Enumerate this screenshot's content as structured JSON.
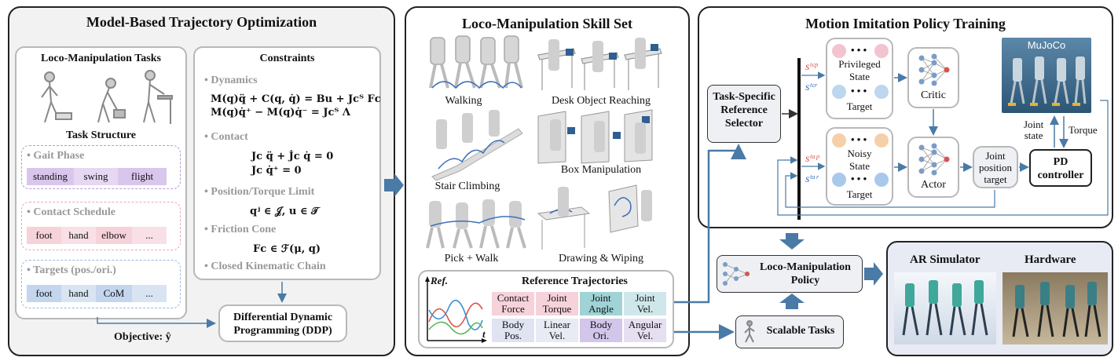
{
  "panels": {
    "left_title": "Model-Based Trajectory Optimization",
    "mid_title": "Loco-Manipulation Skill Set",
    "right_title": "Motion Imitation Policy Training"
  },
  "tasks": {
    "title": "Loco-Manipulation Tasks",
    "structure_title": "Task Structure",
    "gait_phase": {
      "label": "• Gait Phase",
      "items": [
        "standing",
        "swing",
        "flight"
      ]
    },
    "contact_schedule": {
      "label": "• Contact Schedule",
      "items": [
        "foot",
        "hand",
        "elbow",
        "..."
      ]
    },
    "targets": {
      "label": "• Targets (pos./ori.)",
      "items": [
        "foot",
        "hand",
        "CoM",
        "..."
      ]
    }
  },
  "constraints": {
    "title": "Constraints",
    "dynamics": "• Dynamics",
    "dyn_eq1": "M(q)q̈ + C(q, q̇) = Bu + Jcᵀ Fc",
    "dyn_eq2": "M(q)q̇⁺ − M(q)q̇⁻ = Jcᵀ Λ",
    "contact": "• Contact",
    "contact_eq1": "Jc q̈ + J̇c q̇ = 0",
    "contact_eq2": "Jc q̇⁺ = 0",
    "limit": "• Position/Torque Limit",
    "limit_eq": "qʲ ∈ 𝒥, u ∈ 𝒯",
    "friction": "• Friction Cone",
    "friction_eq": "Fc ∈ ℱ(μ, q)",
    "closed_chain": "• Closed Kinematic Chain"
  },
  "ddp": {
    "line1": "Differential Dynamic",
    "line2": "Programming (DDP)"
  },
  "objective": "Objective: ŷ",
  "skills": {
    "walking": "Walking",
    "desk": "Desk Object Reaching",
    "stair": "Stair Climbing",
    "box": "Box Manipulation",
    "pick": "Pick + Walk",
    "drawing": "Drawing & Wiping"
  },
  "reference": {
    "title": "Reference Trajectories",
    "ref_label": "Ref.",
    "t_label": "t",
    "chips": [
      {
        "l1": "Contact",
        "l2": "Force",
        "color": "#f6d2da"
      },
      {
        "l1": "Joint",
        "l2": "Torque",
        "color": "#f6d2da"
      },
      {
        "l1": "Joint",
        "l2": "Angle",
        "color": "#9fd3d6"
      },
      {
        "l1": "Joint",
        "l2": "Vel.",
        "color": "#cfe7ea"
      },
      {
        "l1": "Body",
        "l2": "Pos.",
        "color": "#dfe3f2"
      },
      {
        "l1": "Linear",
        "l2": "Vel.",
        "color": "#e8eaf4"
      },
      {
        "l1": "Body",
        "l2": "Ori.",
        "color": "#d2c6ea"
      },
      {
        "l1": "Angular",
        "l2": "Vel.",
        "color": "#e6dff1"
      }
    ]
  },
  "training": {
    "selector": {
      "l1": "Task-Specific",
      "l2": "Reference",
      "l3": "Selector"
    },
    "s_cp": "sᵗᶜᵖ",
    "s_cr": "sᵗᶜʳ",
    "s_ap": "sᵗᵃᵖ",
    "s_ar": "sᵗᵃʳ",
    "privileged": "Privileged",
    "state": "State",
    "noisy": "Noisy",
    "target": "Target",
    "dots": "• • •",
    "critic": "Critic",
    "actor": "Actor",
    "joint_target": {
      "l1": "Joint",
      "l2": "position",
      "l3": "target"
    },
    "pd": {
      "l1": "PD",
      "l2": "controller"
    },
    "mujoco": "MuJoCo",
    "joint_state": {
      "l1": "Joint",
      "l2": "state"
    },
    "torque": "Torque"
  },
  "policy": {
    "l1": "Loco-Manipulation",
    "l2": "Policy"
  },
  "scalable": "Scalable Tasks",
  "deploy": {
    "ar": "AR Simulator",
    "hardware": "Hardware"
  },
  "colors": {
    "arrow": "#4a7aa6",
    "gait": "#d9c6ec",
    "contact": "#f6d2da",
    "targets": "#cfdcef"
  }
}
